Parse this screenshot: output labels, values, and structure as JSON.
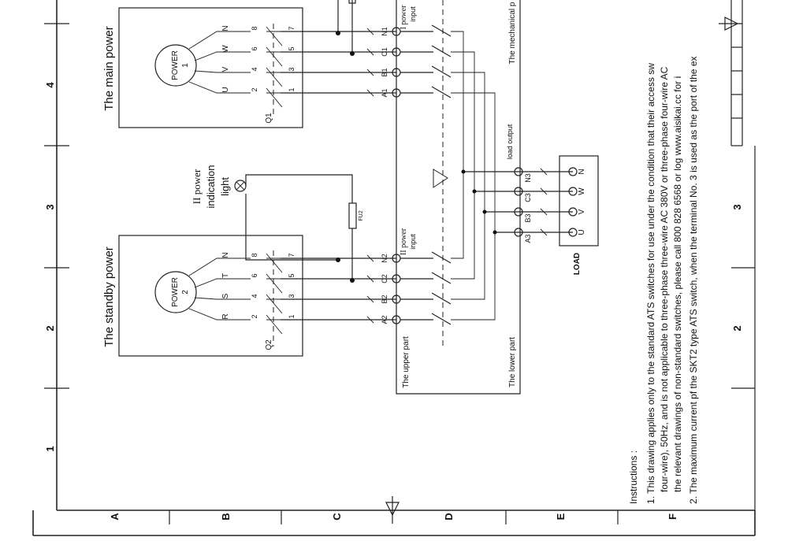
{
  "frame": {
    "row_letters": [
      "A",
      "B",
      "C",
      "D",
      "E",
      "F"
    ],
    "col_numbers": [
      "1",
      "2",
      "3",
      "4"
    ],
    "right_col_numbers": [
      "2",
      "3"
    ]
  },
  "main_power": {
    "title": "The main power",
    "motor_label": "POWER",
    "motor_number": "1",
    "phases": [
      "N",
      "W",
      "V",
      "U"
    ],
    "terminal_top": [
      "8",
      "6",
      "4",
      "2"
    ],
    "terminal_bottom": [
      "7",
      "5",
      "3",
      "1"
    ],
    "breaker": "Q1",
    "input_terminals": [
      "N1",
      "C1",
      "B1",
      "A1"
    ],
    "input_label": "I power\ninput"
  },
  "standby_power": {
    "title": "The standby power",
    "motor_label": "POWER",
    "motor_number": "2",
    "phases": [
      "N",
      "T",
      "S",
      "R"
    ],
    "terminal_top": [
      "8",
      "6",
      "4",
      "2"
    ],
    "terminal_bottom": [
      "7",
      "5",
      "3",
      "1"
    ],
    "breaker": "Q2",
    "input_terminals": [
      "N2",
      "C2",
      "B2",
      "A2"
    ],
    "input_label": "II power\ninput"
  },
  "indicator": {
    "label_line1": "II power",
    "label_line2": "indication",
    "label_line3": "light",
    "fuse": "FU2"
  },
  "switch_body": {
    "upper_part": "The upper part",
    "lower_part": "The lower part",
    "mechanical": "The mechanical p",
    "load_output": "load output",
    "output_terminals": [
      "N3",
      "C3",
      "B3",
      "A3"
    ]
  },
  "load": {
    "label": "LOAD",
    "phases": [
      "N",
      "W",
      "V",
      "U"
    ]
  },
  "instructions": {
    "heading": "Instructions :",
    "line1": "1.  This drawing applies only to the standard ATS switches for use under the condition that their access sw",
    "line2": "four-wire), 50Hz, and is not applicable to three-phase three-wire AC 380V or three-phase four-wire AC",
    "line3": "the relevant drawings of non-standard switches,  please call 800 828 6568 or log www.aisikai.cc for i",
    "line4": "2. The maximum current pf the SKT2 type ATS switch, when the terminal No. 3 is used as the port of the ex"
  }
}
